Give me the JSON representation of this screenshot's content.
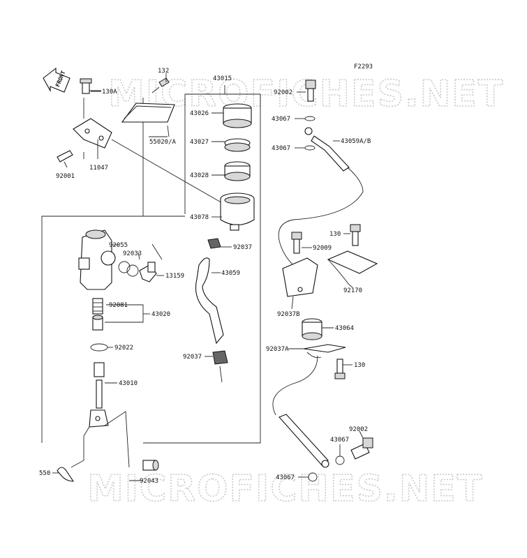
{
  "diagram": {
    "figure_code": "F2293",
    "watermark": "MICROFICHES.NET",
    "front_label": "FRONT",
    "callouts": {
      "p132": "132",
      "p43015": "43015",
      "p130A": "130A",
      "p55020A": "55020/A",
      "p11047": "11047",
      "p92001": "92001",
      "p43026": "43026",
      "p43027": "43027",
      "p43028": "43028",
      "p43078": "43078",
      "p92055": "92055",
      "p92033": "92033",
      "p13159": "13159",
      "p92037_top": "92037",
      "p43059": "43059",
      "p92081": "92081",
      "p43020": "43020",
      "p92022": "92022",
      "p92037_bottom": "92037",
      "p43010": "43010",
      "p550": "550",
      "p92043": "92043",
      "p92002_top": "92002",
      "p43067_a": "43067",
      "p43059AB": "43059A/B",
      "p43067_b": "43067",
      "p130_right": "130",
      "p92009": "92009",
      "p92170": "92170",
      "p92037B": "92037B",
      "p43064": "43064",
      "p92037A": "92037A",
      "p130_lower": "130",
      "p92002_bottom": "92002",
      "p43067_c": "43067",
      "p43067_d": "43067"
    }
  }
}
